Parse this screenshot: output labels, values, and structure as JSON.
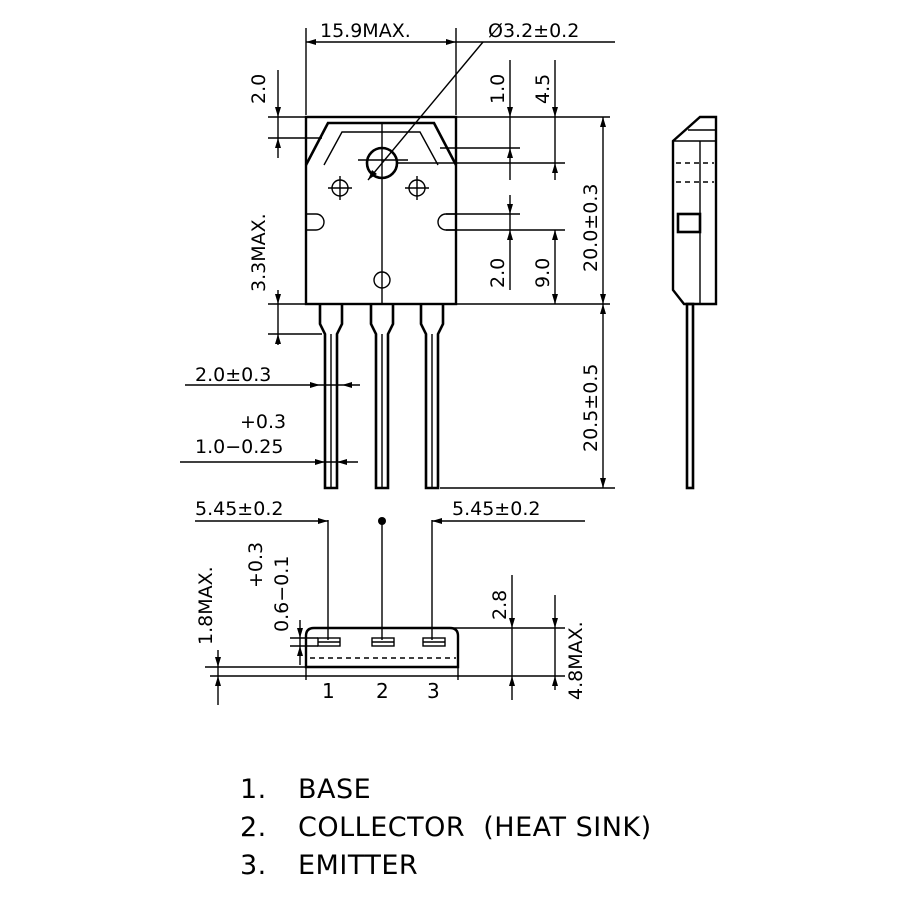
{
  "dimensions": {
    "width_max": "15.9MAX.",
    "hole_dia": "Ø3.2±0.2",
    "top_2_0": "2.0",
    "top_1_0": "1.0",
    "top_4_5": "4.5",
    "height_20_0": "20.0±0.3",
    "slot_2_0": "2.0",
    "slot_9_0": "9.0",
    "left_3_3max": "3.3MAX.",
    "lead_len": "20.5±0.5",
    "lead_w1": "2.0±0.3",
    "lead_w2_tol": "+0.3",
    "lead_w2": "1.0−0.25",
    "pitch_left": "5.45±0.2",
    "pitch_right": "5.45±0.2",
    "thick_tol_top": "+0.3",
    "thick_tol_bot": "0.6−0.1",
    "base_1_8max": "1.8MAX.",
    "end_2_8": "2.8",
    "end_4_8max": "4.8MAX."
  },
  "pin_numbers": [
    "1",
    "2",
    "3"
  ],
  "legend": [
    {
      "num": "1.",
      "label": "BASE"
    },
    {
      "num": "2.",
      "label": "COLLECTOR  (HEAT SINK)"
    },
    {
      "num": "3.",
      "label": "EMITTER"
    }
  ]
}
